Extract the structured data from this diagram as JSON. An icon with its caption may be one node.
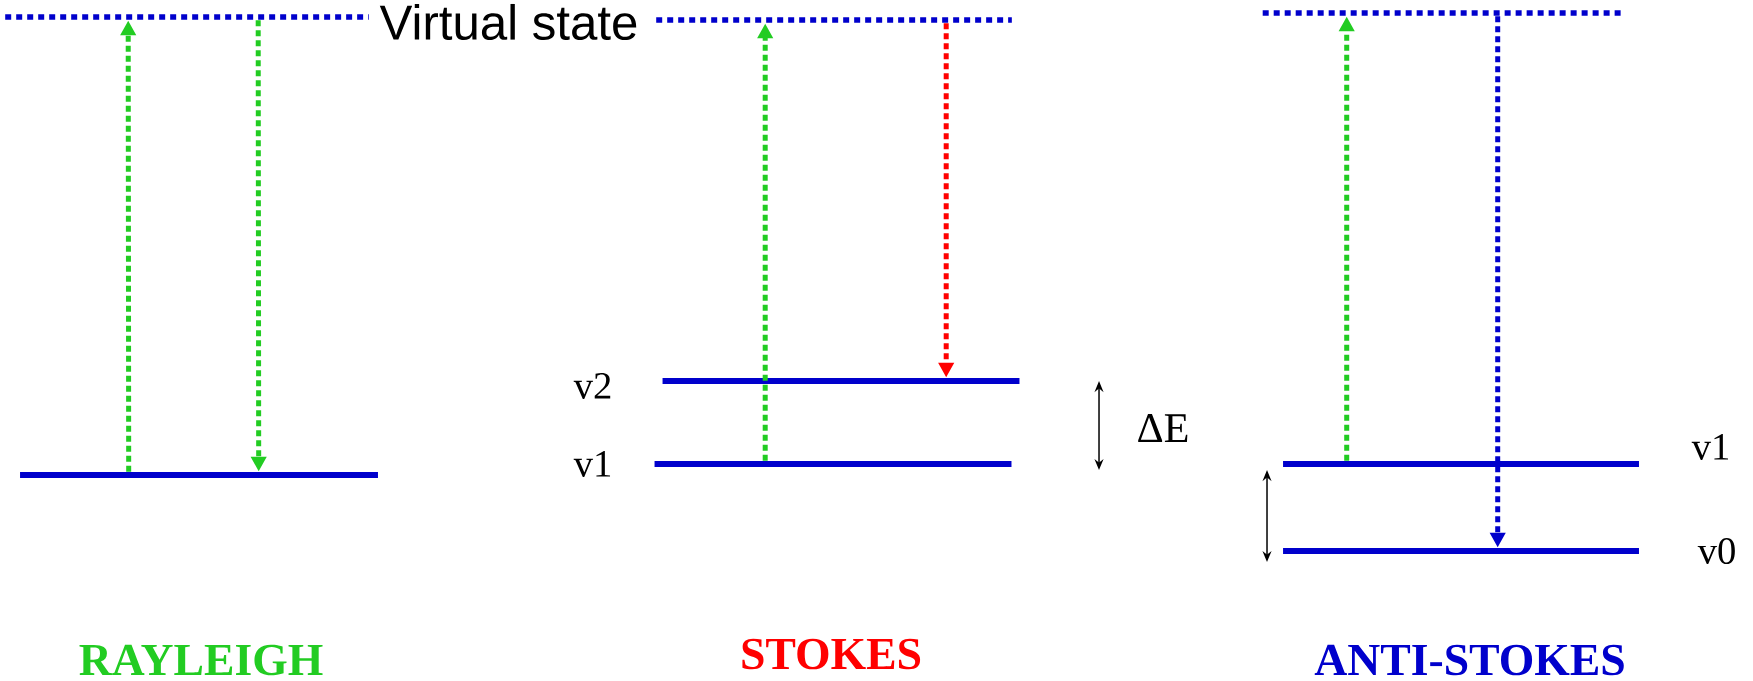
{
  "diagram": {
    "nodes": [
      {
        "text": [],
        "shape": "bar"
      },
      {
        "text": [],
        "shape": "bar"
      },
      {
        "text": [],
        "shape": "bar"
      },
      {
        "text": [],
        "shape": "bar",
        "beside": [
          "v2"
        ]
      },
      {
        "text": [],
        "shape": "bar",
        "beside": [
          "v1"
        ]
      },
      {
        "text": [],
        "shape": "bar"
      },
      {
        "text": [],
        "shape": "bar",
        "beside": [
          "v1"
        ]
      },
      {
        "text": [],
        "shape": "bar",
        "beside": [
          "v0"
        ]
      }
    ],
    "edges": [
      {
        "from": 1,
        "to": 0,
        "arrow": "to",
        "style": "dashed",
        "color": "#22cc22"
      },
      {
        "from": 0,
        "to": 1,
        "arrow": "to",
        "style": "dashed",
        "color": "#22cc22"
      },
      {
        "from": 4,
        "to": 2,
        "arrow": "to",
        "style": "dashed",
        "color": "#22cc22"
      },
      {
        "from": 2,
        "to": 3,
        "arrow": "to",
        "style": "dashed",
        "color": "#ff0000"
      },
      {
        "from": 6,
        "to": 5,
        "arrow": "to",
        "style": "dashed",
        "color": "#22cc22"
      },
      {
        "from": 5,
        "to": 7,
        "arrow": "to",
        "style": "dashed",
        "color": "#0000cc"
      }
    ],
    "labels": [
      "Virtual state",
      "ΔE",
      "RAYLEIGH",
      "STOKES",
      "ANTI-STOKES"
    ]
  }
}
